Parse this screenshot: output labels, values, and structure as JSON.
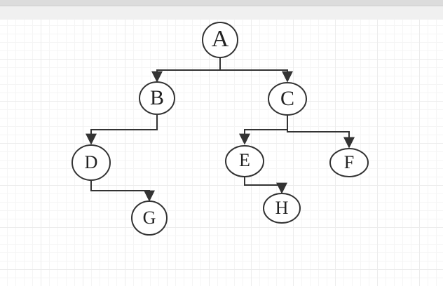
{
  "nodes": {
    "a": "A",
    "b": "B",
    "c": "C",
    "d": "D",
    "e": "E",
    "f": "F",
    "g": "G",
    "h": "H"
  },
  "edges": [
    [
      "A",
      "B"
    ],
    [
      "A",
      "C"
    ],
    [
      "B",
      "D"
    ],
    [
      "C",
      "E"
    ],
    [
      "C",
      "F"
    ],
    [
      "D",
      "G"
    ],
    [
      "E",
      "H"
    ]
  ],
  "colors": {
    "stroke": "#333333",
    "node_fill": "#ffffff",
    "text": "#222222"
  }
}
